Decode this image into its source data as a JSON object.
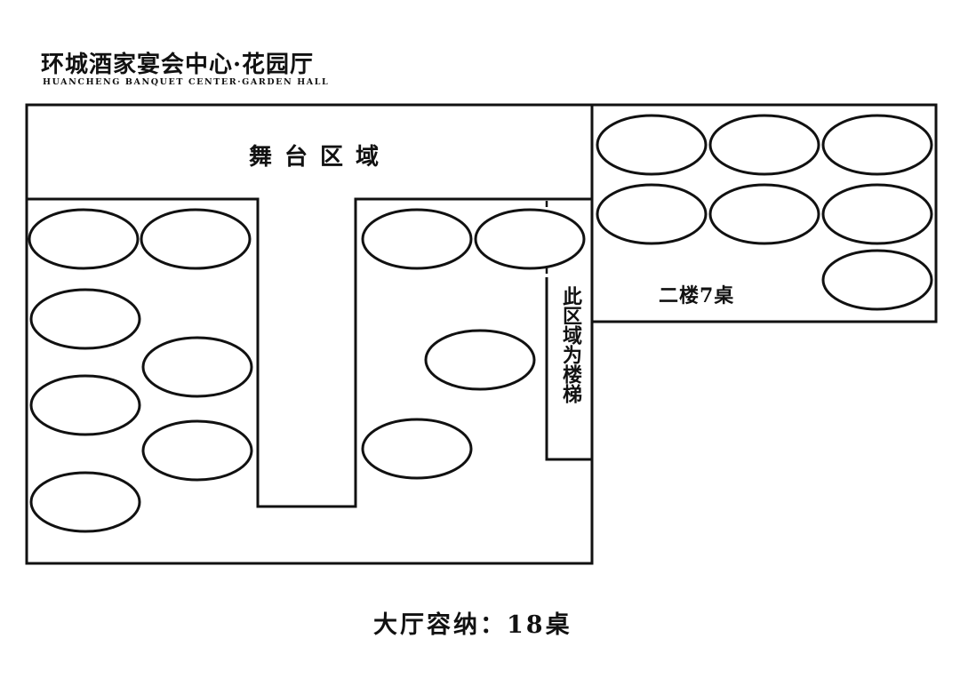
{
  "header": {
    "title_cn": "环城酒家宴会中心·花园厅",
    "title_en": "HUANCHENG BANQUET CENTER·GARDEN HALL"
  },
  "floorplan": {
    "stage_label": "舞台区域",
    "stairs_label": "此区域为楼梯",
    "upper_floor_label": "二楼7桌",
    "capacity_label": "大厅容纳：18桌",
    "line_color": "#111111",
    "background_color": "#ffffff"
  },
  "tables": {
    "main_hall": 11,
    "second_floor": 7
  }
}
